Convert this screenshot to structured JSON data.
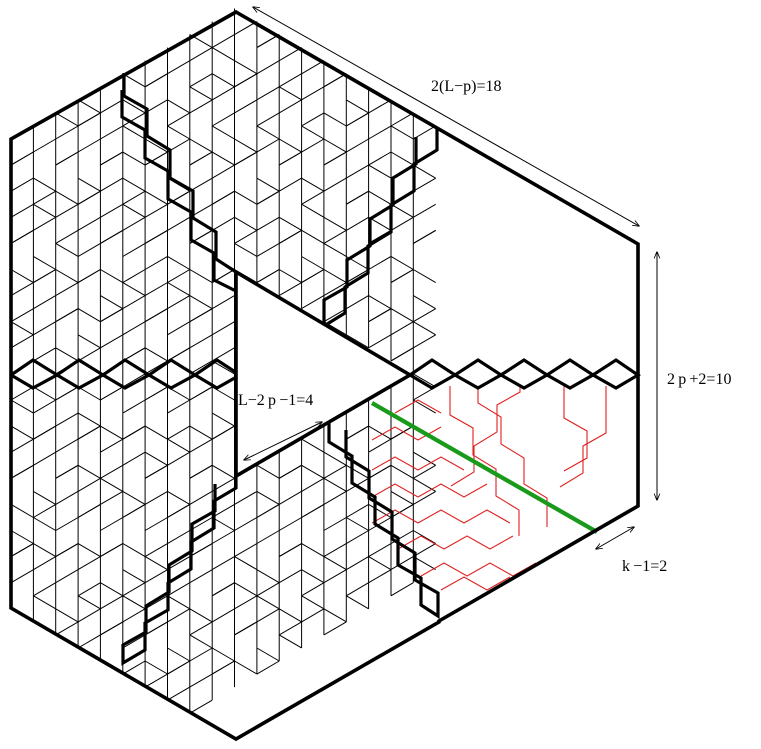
{
  "labels": {
    "top_edge": "2(L−p)=18",
    "right_height": "2 p +2=10",
    "hole_side": "L−2 p −1=4",
    "k_label": "k −1=2"
  },
  "colors": {
    "outline": "#000000",
    "green_line": "#1a9a1a",
    "red_paths": "#e02020"
  }
}
